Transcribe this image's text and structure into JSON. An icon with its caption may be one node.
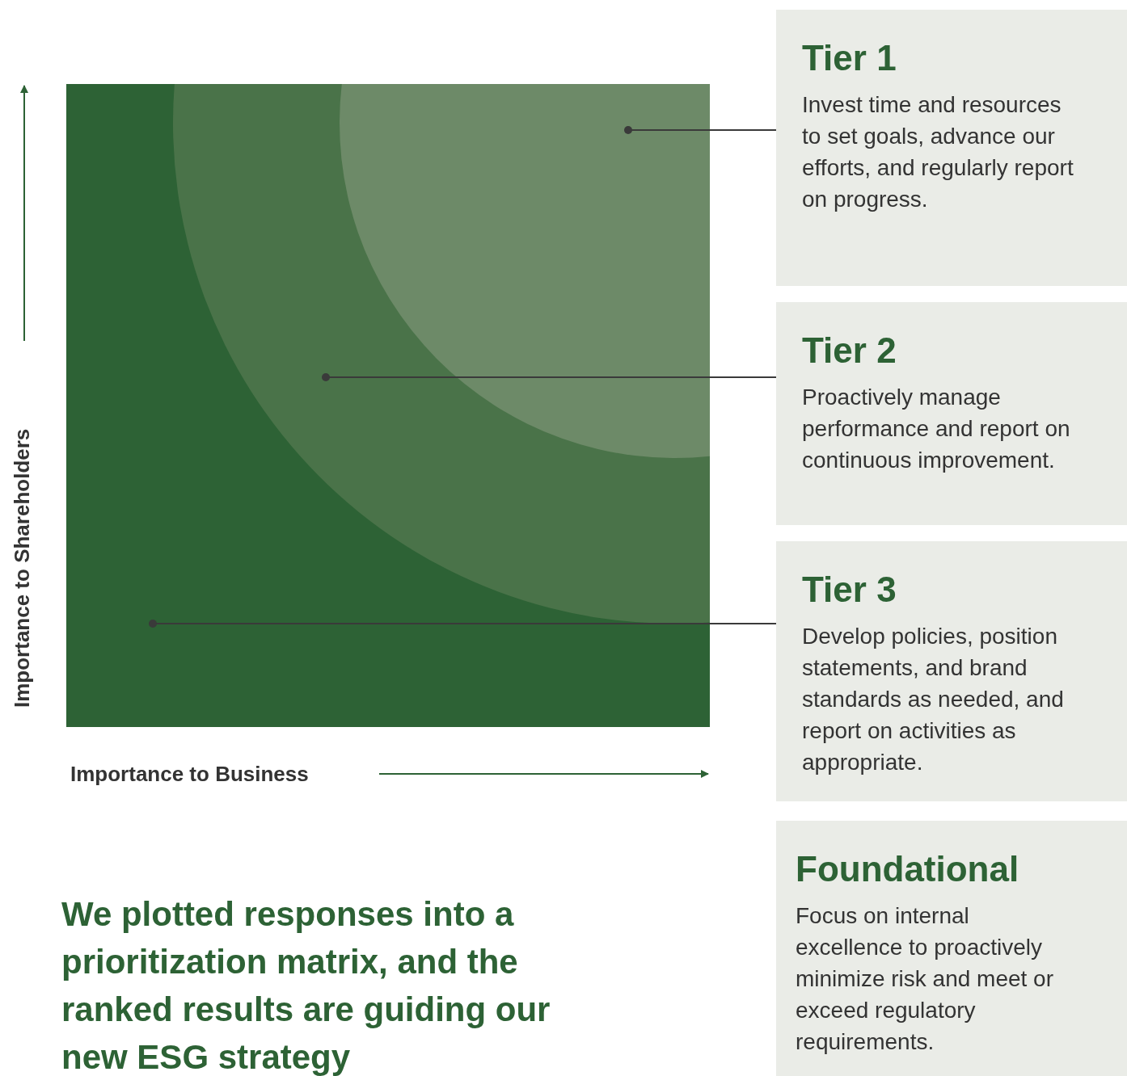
{
  "diagram": {
    "caption": "We plotted responses into a prioritization matrix, and the ranked results are guiding our new ESG strategy",
    "nodes": [
      {
        "text": [],
        "shape": "box"
      },
      {
        "text": [],
        "shape": "circle",
        "in": 0
      },
      {
        "text": [],
        "shape": "circle",
        "in": 1
      },
      {
        "text": [
          "Tier 1",
          "Invest time and resources to set goals, advance our efforts, and regularly report on progress."
        ]
      },
      {
        "text": [
          "Tier 2",
          "Proactively manage performance and report on continuous improvement."
        ]
      },
      {
        "text": [
          "Tier 3",
          "Develop policies, position statements, and brand standards as needed, and report on activities as appropriate."
        ]
      },
      {
        "text": [
          "Foundational",
          "Focus on internal excellence to proactively minimize risk and meet or exceed regulatory requirements."
        ]
      }
    ],
    "edges": [
      {
        "from": 3,
        "to": 2,
        "arrow": "other"
      },
      {
        "from": 4,
        "to": 1,
        "arrow": "other"
      },
      {
        "from": 5,
        "to": 0,
        "arrow": "other"
      }
    ],
    "labels": [
      "Importance to Shareholders",
      "Importance to Business"
    ]
  }
}
